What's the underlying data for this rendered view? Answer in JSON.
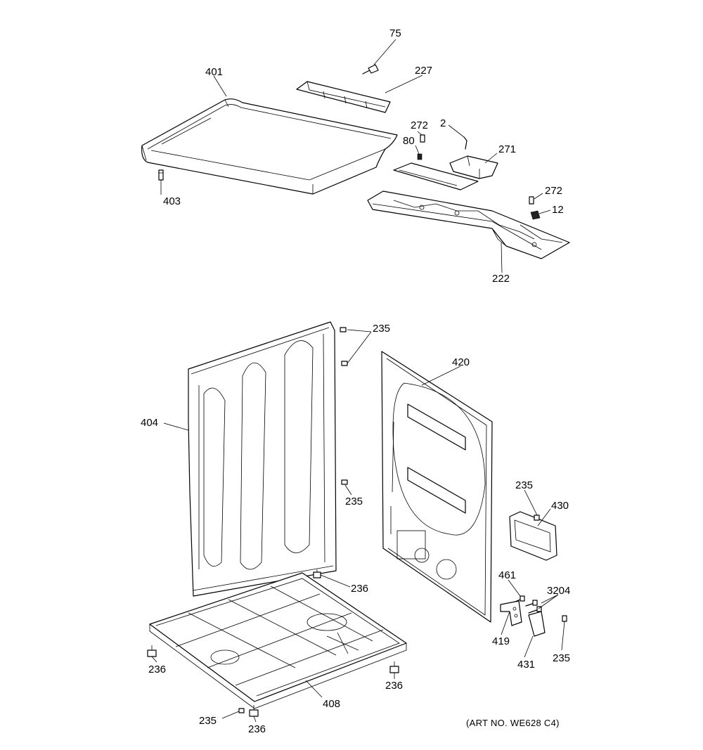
{
  "callouts": [
    {
      "id": "c75",
      "text": "75"
    },
    {
      "id": "c401",
      "text": "401"
    },
    {
      "id": "c227",
      "text": "227"
    },
    {
      "id": "c272a",
      "text": "272"
    },
    {
      "id": "c2",
      "text": "2"
    },
    {
      "id": "c80",
      "text": "80"
    },
    {
      "id": "c271",
      "text": "271"
    },
    {
      "id": "c403",
      "text": "403"
    },
    {
      "id": "c272b",
      "text": "272"
    },
    {
      "id": "c12",
      "text": "12"
    },
    {
      "id": "c222",
      "text": "222"
    },
    {
      "id": "c235a",
      "text": "235"
    },
    {
      "id": "c420",
      "text": "420"
    },
    {
      "id": "c404",
      "text": "404"
    },
    {
      "id": "c235b",
      "text": "235"
    },
    {
      "id": "c235c",
      "text": "235"
    },
    {
      "id": "c430",
      "text": "430"
    },
    {
      "id": "c461",
      "text": "461"
    },
    {
      "id": "c3204",
      "text": "3204"
    },
    {
      "id": "c236a",
      "text": "236"
    },
    {
      "id": "c419",
      "text": "419"
    },
    {
      "id": "c431",
      "text": "431"
    },
    {
      "id": "c235d",
      "text": "235"
    },
    {
      "id": "c236b",
      "text": "236"
    },
    {
      "id": "c236c",
      "text": "236"
    },
    {
      "id": "c408",
      "text": "408"
    },
    {
      "id": "c235e",
      "text": "235"
    },
    {
      "id": "c236d",
      "text": "236"
    }
  ],
  "art_number": "(ART NO. WE628 C4)"
}
